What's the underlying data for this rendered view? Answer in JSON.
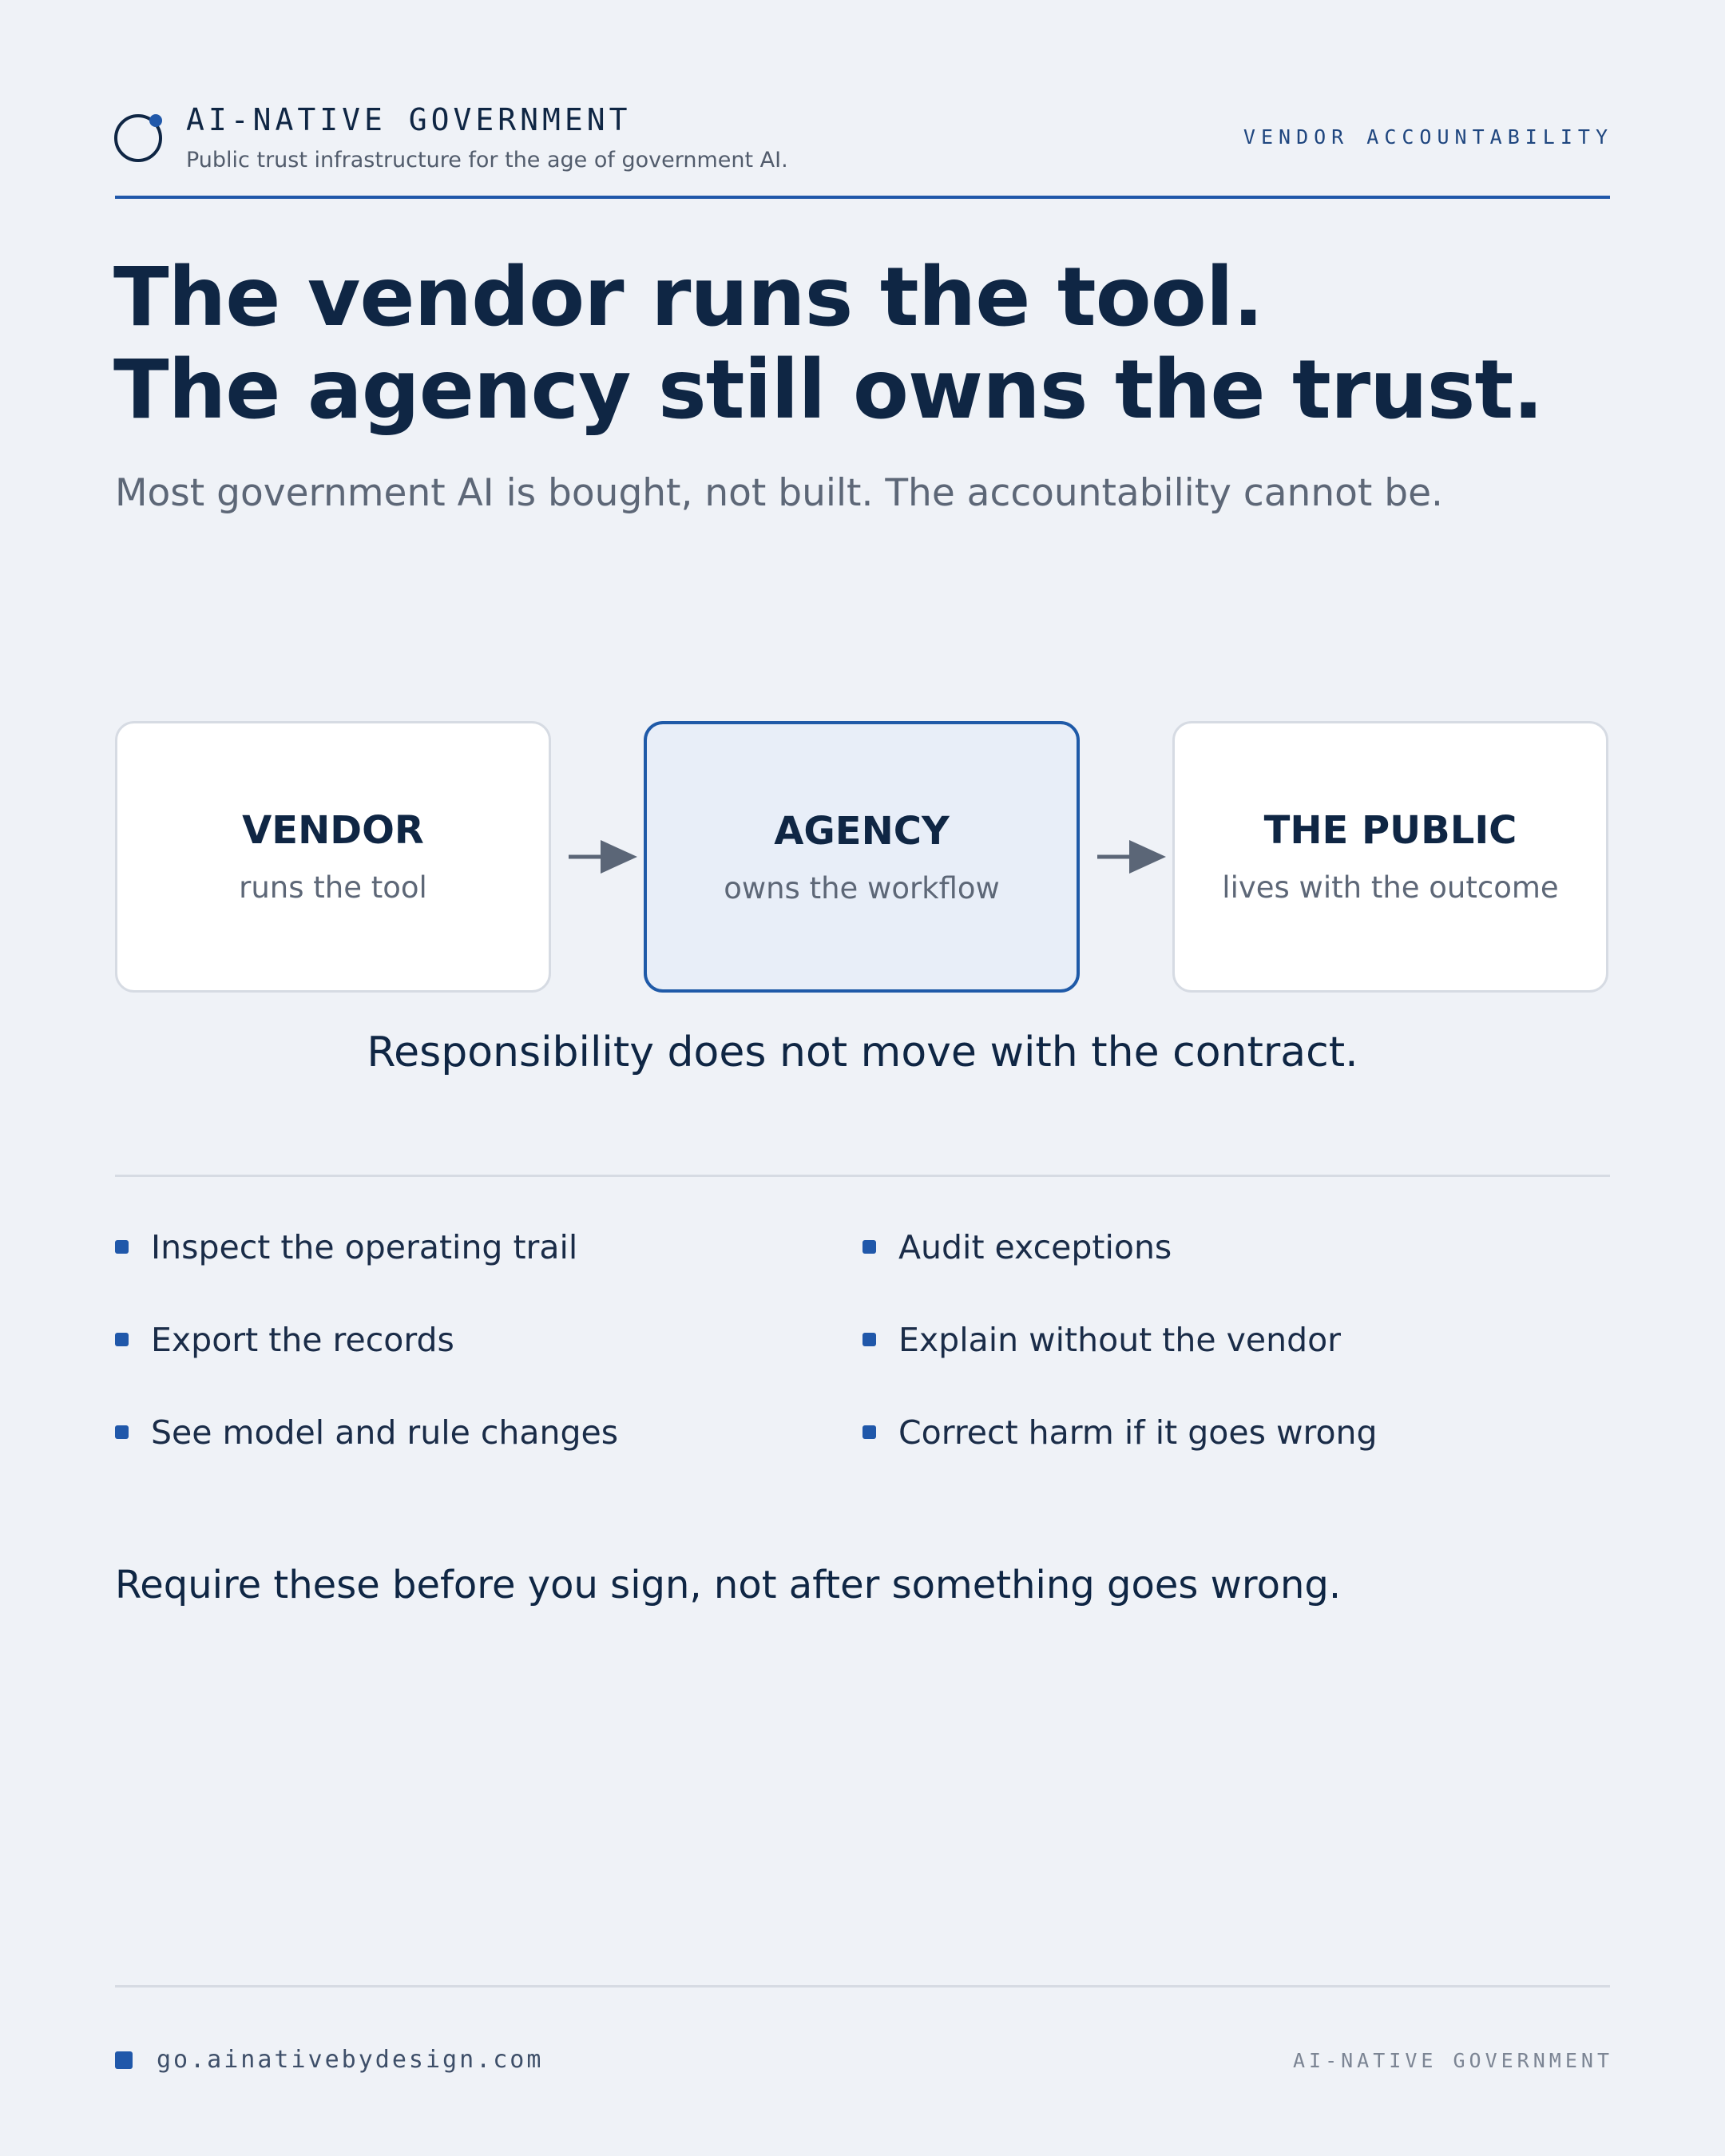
{
  "header": {
    "brand_name": "AI-NATIVE GOVERNMENT",
    "tagline": "Public trust infrastructure for the age of government AI.",
    "section_tag": "VENDOR ACCOUNTABILITY",
    "logo_icon": "circle-dot-logo-icon"
  },
  "headline": {
    "line1": "The vendor runs the tool.",
    "line2": "The agency still owns the trust."
  },
  "subhead": "Most government AI is bought, not built. The accountability cannot be.",
  "diagram": {
    "nodes": [
      {
        "title": "VENDOR",
        "subtitle": "runs the tool"
      },
      {
        "title": "AGENCY",
        "subtitle": "owns the workflow",
        "highlighted": true
      },
      {
        "title": "THE PUBLIC",
        "subtitle": "lives with the outcome"
      }
    ],
    "edges": [
      {
        "from": "VENDOR",
        "to": "AGENCY"
      },
      {
        "from": "AGENCY",
        "to": "THE PUBLIC"
      }
    ],
    "caption": "Responsibility does not move with the contract."
  },
  "checklist": {
    "left": [
      "Inspect the operating trail",
      "Export the records",
      "See model and rule changes"
    ],
    "right": [
      "Audit exceptions",
      "Explain without the vendor",
      "Correct harm if it goes wrong"
    ]
  },
  "cta": "Require these before you sign, not after something goes wrong.",
  "footer": {
    "url": "go.ainativebydesign.com",
    "brand": "AI-NATIVE GOVERNMENT"
  },
  "colors": {
    "background": "#eff2f7",
    "accent": "#2058aa",
    "ink": "#0f2644",
    "muted": "#5d6777",
    "arrow": "#5b6677",
    "highlight_fill": "#e8eef8"
  }
}
